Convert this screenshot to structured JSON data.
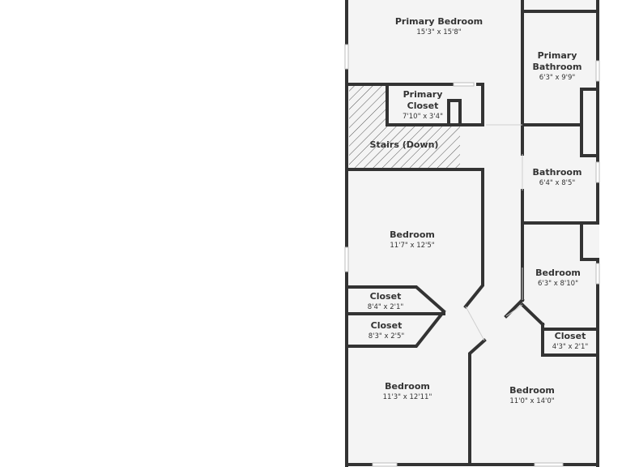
{
  "colors": {
    "background": "#ffffff",
    "floor": "#f4f4f4",
    "wall": "#333333",
    "stairs_hatch": "#555555",
    "text": "#333333"
  },
  "rooms": [
    {
      "name": "Primary Bedroom",
      "dims": "15'3\" x 15'8\""
    },
    {
      "name": "Primary Bathroom",
      "dims": "6'3\" x 9'9\""
    },
    {
      "name": "Primary Closet",
      "dims": "7'10\" x 3'4\""
    },
    {
      "name": "Stairs (Down)",
      "dims": ""
    },
    {
      "name": "Bathroom",
      "dims": "6'4\" x 8'5\""
    },
    {
      "name": "Bedroom",
      "dims": "11'7\" x 12'5\""
    },
    {
      "name": "Bedroom",
      "dims": "6'3\" x 8'10\""
    },
    {
      "name": "Closet",
      "dims": "8'4\" x 2'1\""
    },
    {
      "name": "Closet",
      "dims": "8'3\" x 2'5\""
    },
    {
      "name": "Closet",
      "dims": "4'3\" x 2'1\""
    },
    {
      "name": "Bedroom",
      "dims": "11'3\" x 12'11\""
    },
    {
      "name": "Bedroom",
      "dims": "11'0\" x 14'0\""
    }
  ]
}
